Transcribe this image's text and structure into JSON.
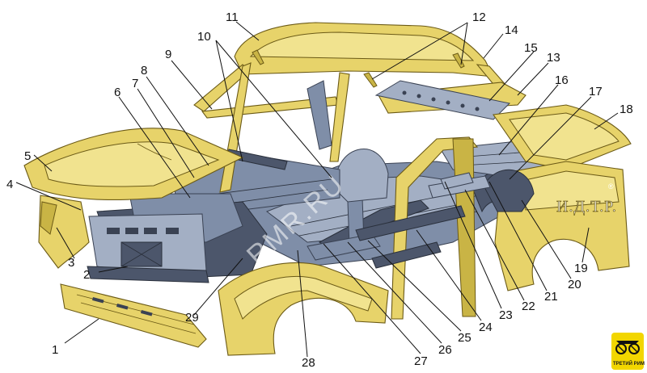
{
  "figure": {
    "callouts": [
      "1",
      "2",
      "3",
      "4",
      "5",
      "6",
      "7",
      "8",
      "9",
      "10",
      "11",
      "12",
      "13",
      "14",
      "15",
      "16",
      "17",
      "18",
      "19",
      "20",
      "21",
      "22",
      "23",
      "24",
      "25",
      "26",
      "27",
      "28",
      "29"
    ],
    "panel_label": "И.Д.Т.Р.",
    "panel_label_mark": "®",
    "watermark": "RMR.RU",
    "logo": {
      "caption": "ТРЕТИЙ РИМ"
    }
  },
  "colors": {
    "body_paint": "#e7d36a",
    "bare_steel": "#7f8ea8",
    "logo_bg": "#f2d600"
  }
}
